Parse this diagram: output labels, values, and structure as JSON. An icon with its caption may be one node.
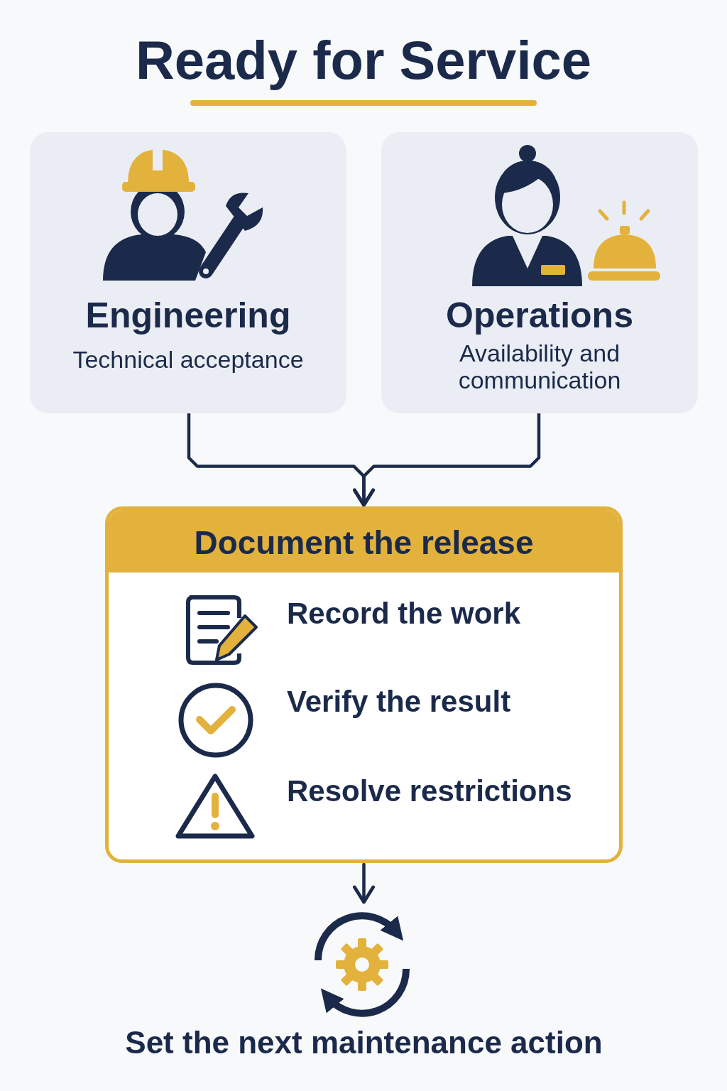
{
  "diagram": {
    "title": "Ready for Service",
    "nodes": [
      {
        "text": [
          "Engineering",
          "Technical acceptance"
        ]
      },
      {
        "text": [
          "Operations",
          "Availability and communication"
        ]
      },
      {
        "text": [
          "Document the release"
        ]
      },
      {
        "text": [
          "Set the next maintenance action"
        ]
      }
    ],
    "edges": [
      {
        "from": 0,
        "to": 2,
        "arrow": "to"
      },
      {
        "from": 1,
        "to": 2,
        "arrow": "to"
      },
      {
        "from": 2,
        "to": 3,
        "arrow": "to"
      }
    ],
    "labels": [
      "Record the work",
      "Verify the result",
      "Resolve restrictions"
    ]
  }
}
